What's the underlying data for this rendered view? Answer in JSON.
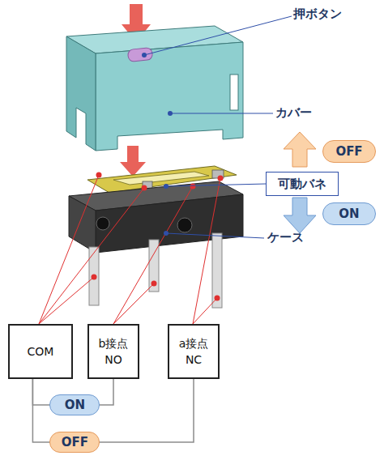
{
  "diagram": {
    "nodes": [
      {
        "text": [
          "OFF"
        ]
      },
      {
        "text": [
          "可動バネ"
        ]
      },
      {
        "text": [
          "ON"
        ]
      },
      {
        "text": [
          "COM"
        ]
      },
      {
        "text": [
          "b接点",
          "NO"
        ]
      },
      {
        "text": [
          "a接点",
          "NC"
        ]
      }
    ],
    "edges": [
      {
        "from": 3,
        "to": 4,
        "arrow": "none",
        "label": "ON"
      },
      {
        "from": 3,
        "to": 5,
        "arrow": "none",
        "label": "OFF"
      }
    ],
    "labels": [
      "押ボタン",
      "カバー",
      "ケース"
    ]
  }
}
